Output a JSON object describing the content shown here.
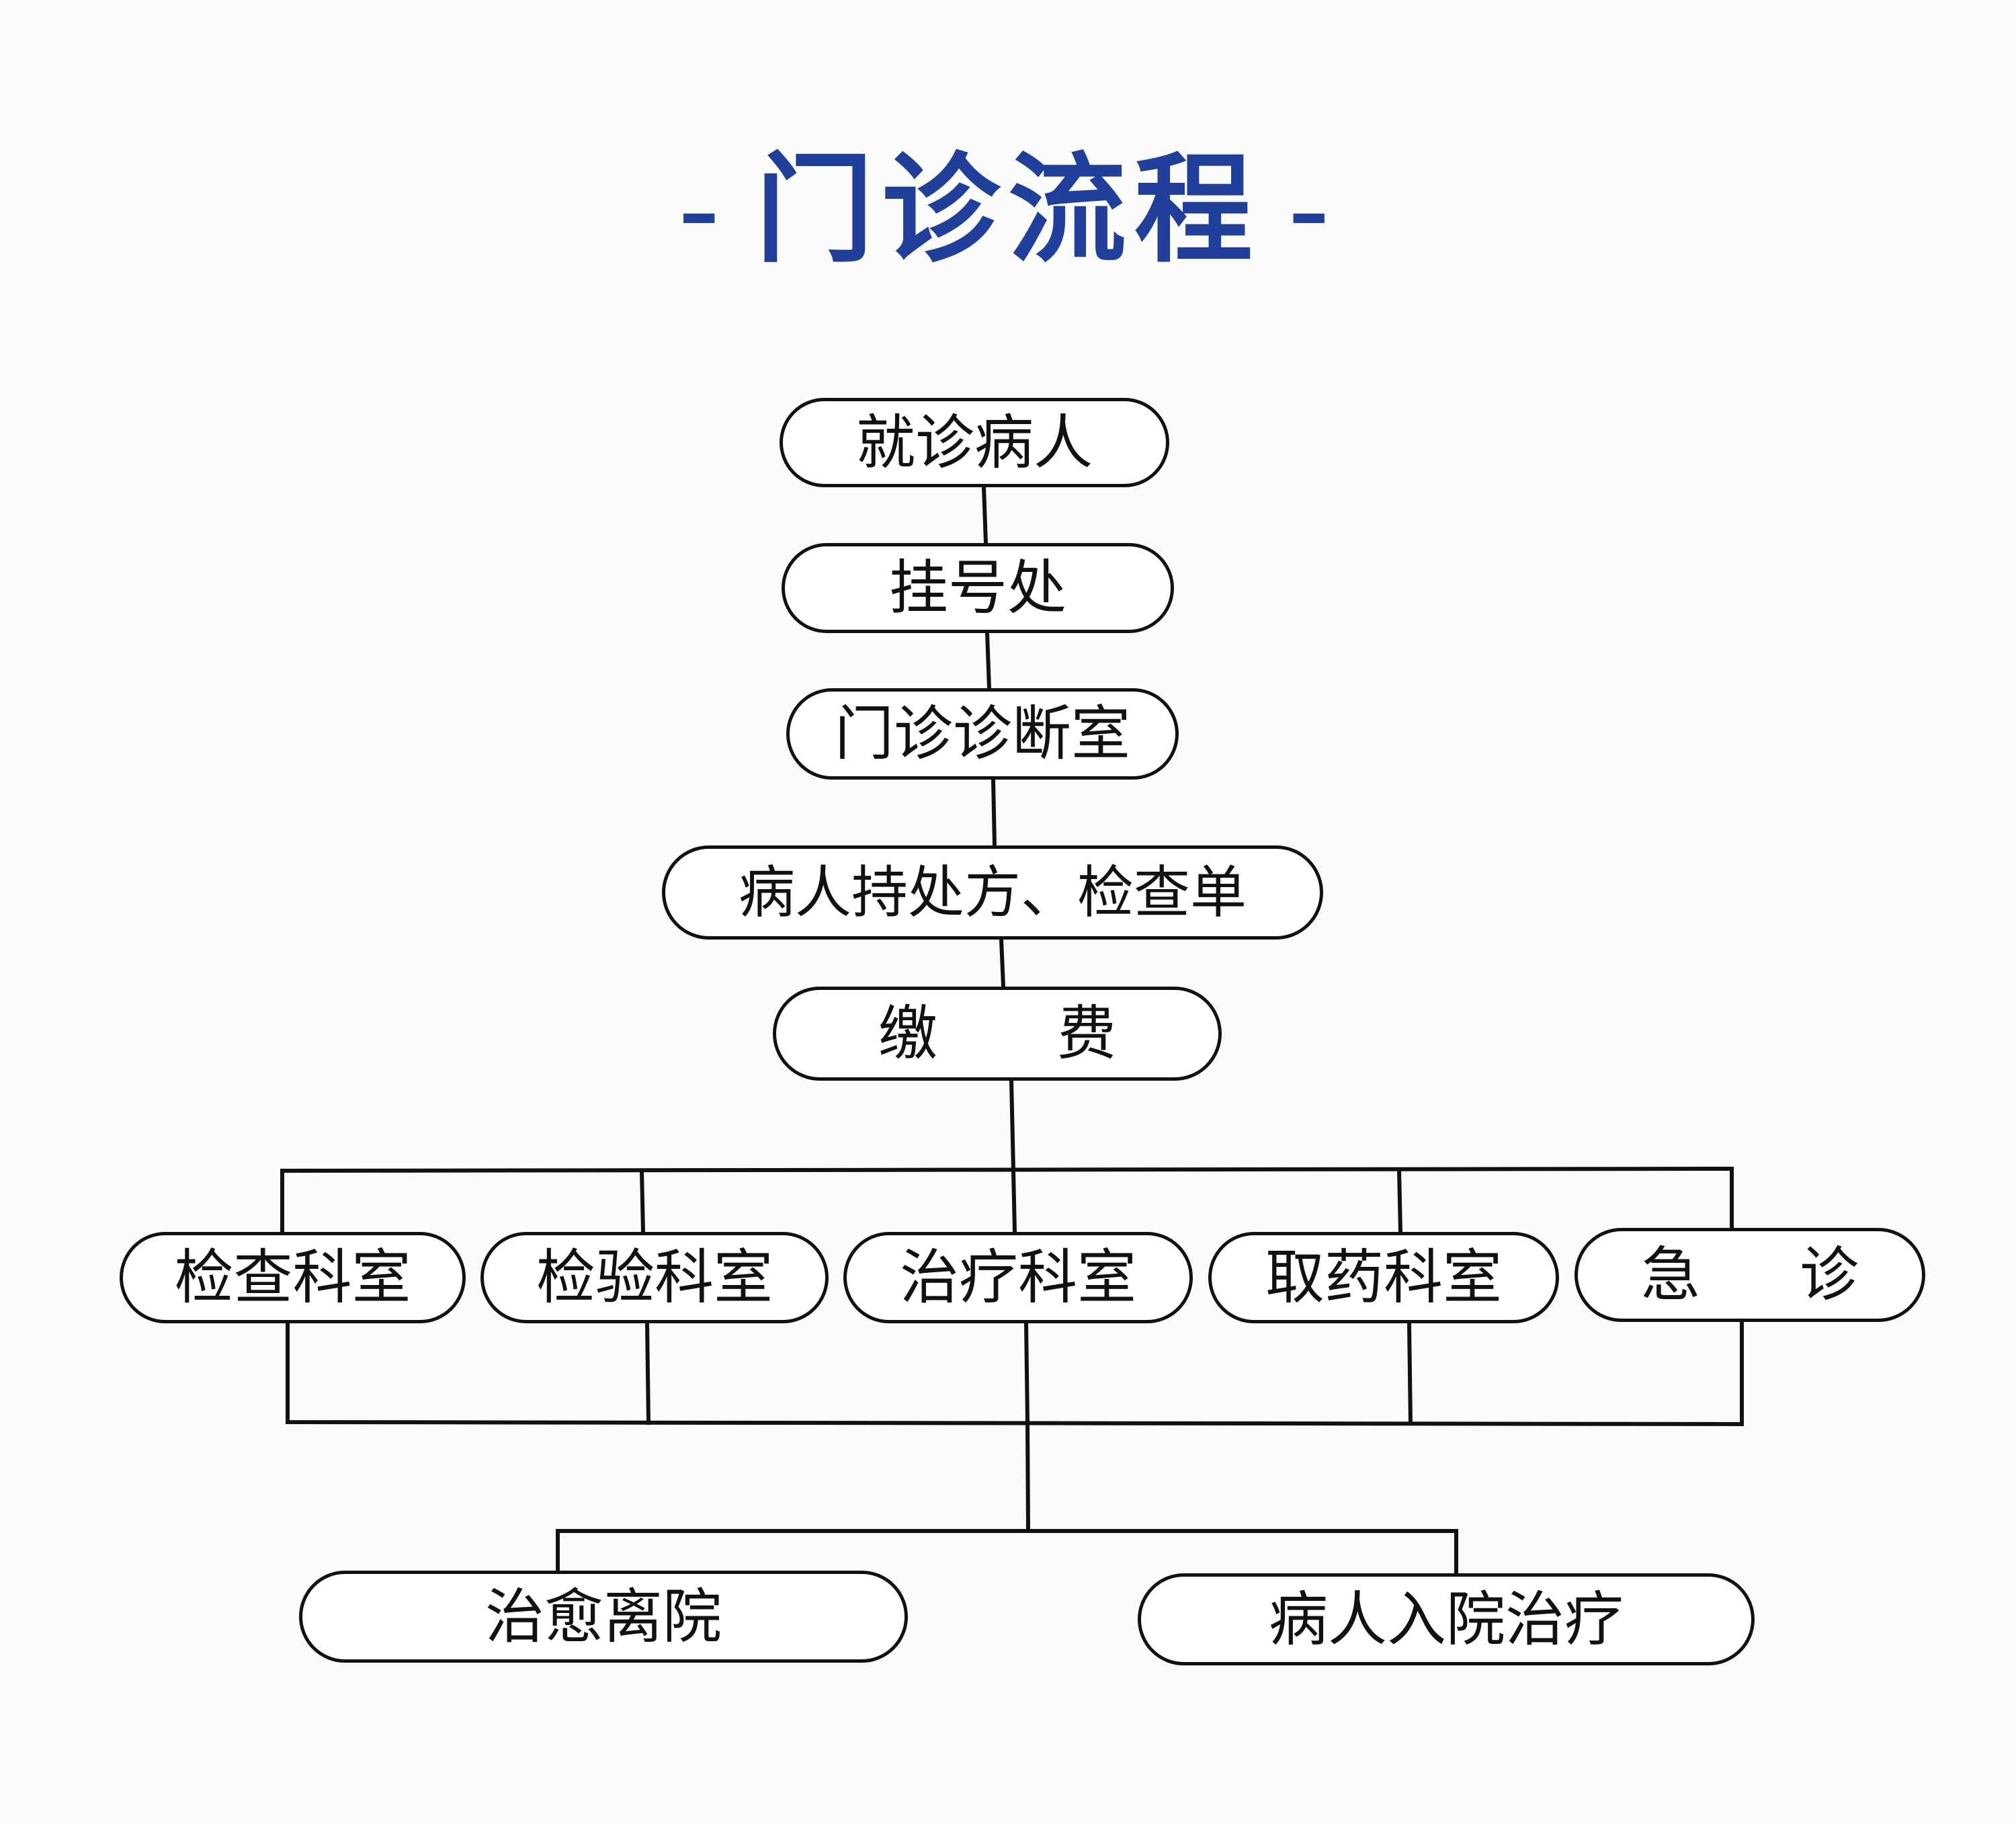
{
  "title": {
    "dash_left": "-",
    "text": "门诊流程",
    "dash_right": "-"
  },
  "nodes": {
    "visit": "就诊病人",
    "register": "挂号处",
    "clinic": "门诊诊断室",
    "prescription": "病人持处方、检查单",
    "pay": "缴 费",
    "departments": [
      "检查科室",
      "检验科室",
      "治疗科室",
      "取药科室",
      "急 诊"
    ],
    "outcomes": [
      "治愈离院",
      "病人入院治疗"
    ]
  },
  "colors": {
    "title": "#1f3f9a",
    "line": "#111111",
    "background": "#fbfbfa"
  }
}
